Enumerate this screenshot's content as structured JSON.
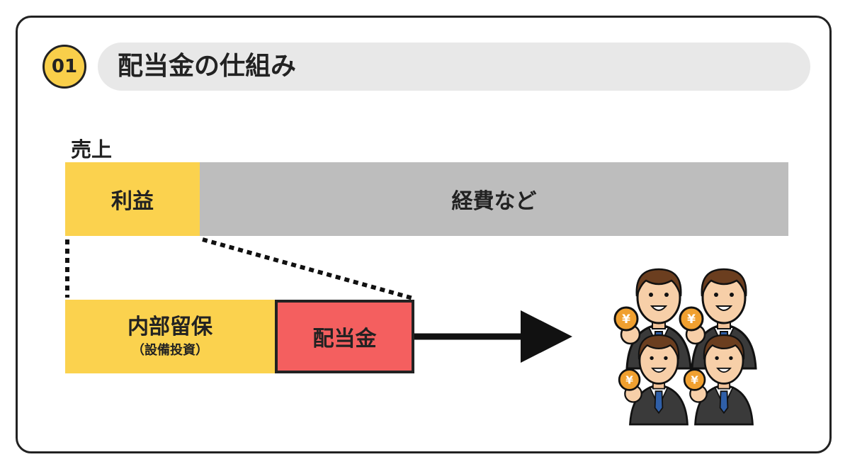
{
  "header": {
    "number": "01",
    "title": "配当金の仕組み"
  },
  "diagram": {
    "sales_label": "売上",
    "profit_label": "利益",
    "expenses_label": "経費など",
    "retained_label": "内部留保",
    "retained_sub": "（設備投資）",
    "dividend_label": "配当金"
  },
  "colors": {
    "accent_yellow": "#fbd24e",
    "dividend_red": "#f45f5f",
    "expense_gray": "#bdbdbd",
    "title_bg": "#e8e8e8"
  },
  "icons": {
    "shareholders": "shareholders-with-yen-coins-icon",
    "arrow": "arrow-right-icon"
  }
}
